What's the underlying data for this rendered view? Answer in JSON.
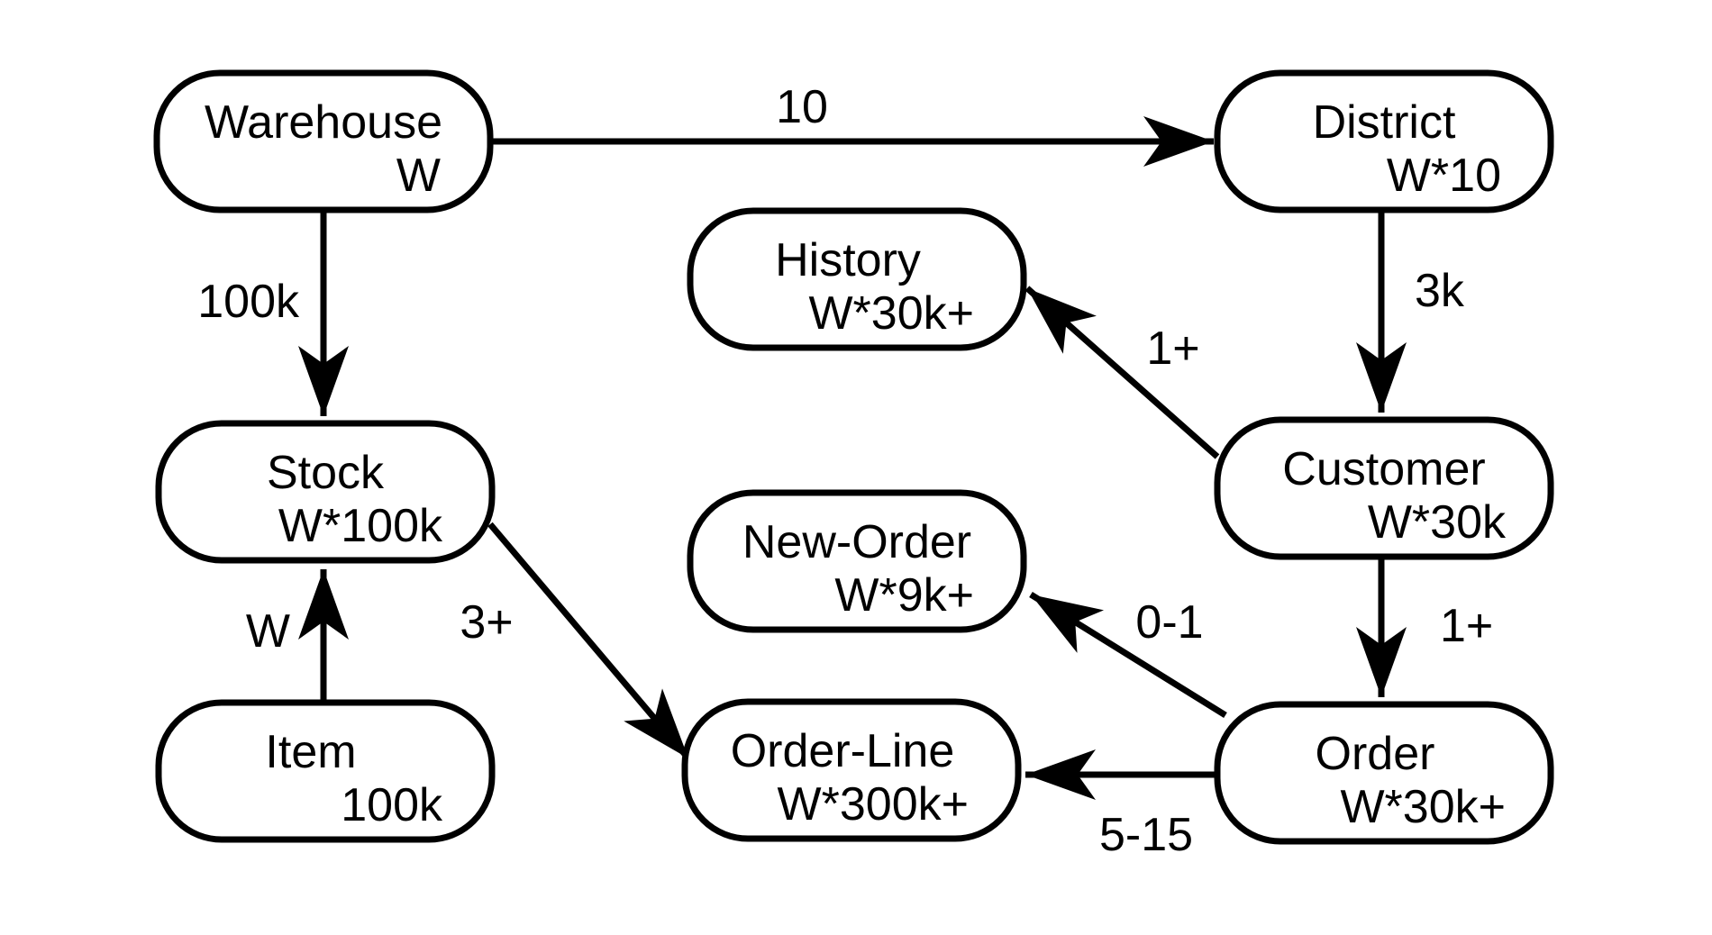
{
  "diagram": {
    "background_color": "#ffffff",
    "stroke_color": "#000000",
    "nodes": [
      {
        "id": "warehouse",
        "name": "Warehouse",
        "cardinality": "W"
      },
      {
        "id": "district",
        "name": "District",
        "cardinality": "W*10"
      },
      {
        "id": "history",
        "name": "History",
        "cardinality": "W*30k+"
      },
      {
        "id": "stock",
        "name": "Stock",
        "cardinality": "W*100k"
      },
      {
        "id": "customer",
        "name": "Customer",
        "cardinality": "W*30k"
      },
      {
        "id": "new_order",
        "name": "New-Order",
        "cardinality": "W*9k+"
      },
      {
        "id": "item",
        "name": "Item",
        "cardinality": "100k"
      },
      {
        "id": "order_line",
        "name": "Order-Line",
        "cardinality": "W*300k+"
      },
      {
        "id": "order",
        "name": "Order",
        "cardinality": "W*30k+"
      }
    ],
    "edges": [
      {
        "from": "Warehouse",
        "to": "District",
        "label": "10"
      },
      {
        "from": "Warehouse",
        "to": "Stock",
        "label": "100k"
      },
      {
        "from": "District",
        "to": "Customer",
        "label": "3k"
      },
      {
        "from": "Customer",
        "to": "History",
        "label": "1+"
      },
      {
        "from": "Customer",
        "to": "Order",
        "label": "1+"
      },
      {
        "from": "Order",
        "to": "New-Order",
        "label": "0-1"
      },
      {
        "from": "Order",
        "to": "Order-Line",
        "label": "5-15"
      },
      {
        "from": "Stock",
        "to": "Order-Line",
        "label": "3+"
      },
      {
        "from": "Item",
        "to": "Stock",
        "label": "W"
      }
    ]
  }
}
